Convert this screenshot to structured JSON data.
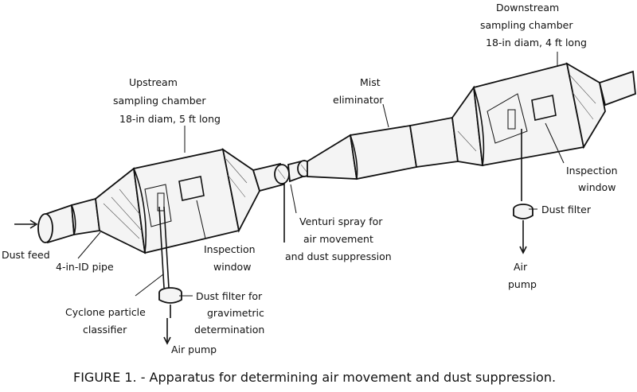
{
  "labels": {
    "downstream_1": "Downstream",
    "downstream_2": "sampling chamber",
    "downstream_3": "18-in diam, 4 ft long",
    "upstream_1": "Upstream",
    "upstream_2": "sampling chamber",
    "upstream_3": "18-in diam, 5 ft long",
    "mist_1": "Mist",
    "mist_2": "eliminator",
    "inspection_right_1": "Inspection",
    "inspection_right_2": "window",
    "dust_filter_right": "Dust filter",
    "air_pump_right_1": "Air",
    "air_pump_right_2": "pump",
    "venturi_1": "Venturi spray for",
    "venturi_2": "air movement",
    "venturi_3": "and dust suppression",
    "inspection_left_1": "Inspection",
    "inspection_left_2": "window",
    "dust_feed": "Dust feed",
    "pipe": "4-in-ID pipe",
    "dust_filter_left_1": "Dust filter for",
    "dust_filter_left_2": "gravimetric",
    "dust_filter_left_3": "determination",
    "cyclone_1": "Cyclone particle",
    "cyclone_2": "classifier",
    "air_pump_left": "Air pump"
  },
  "caption": "FIGURE 1. - Apparatus for determining air movement and dust suppression."
}
